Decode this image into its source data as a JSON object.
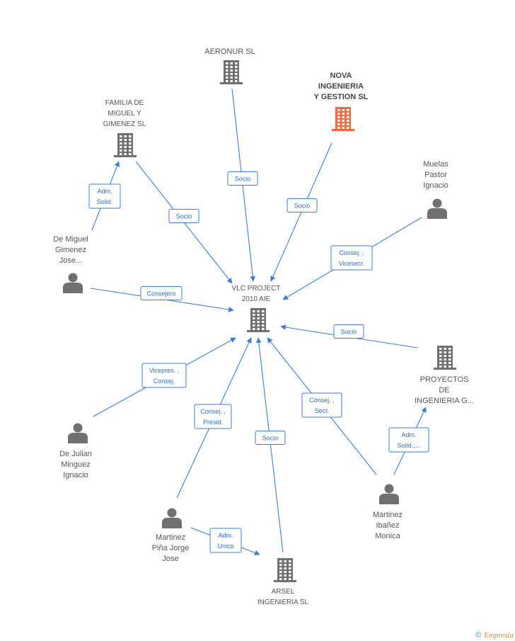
{
  "colors": {
    "default": "#707070",
    "highlight": "#f26a3d",
    "edge": "#3b7fd4"
  },
  "nodes": [
    {
      "id": "aeronur",
      "type": "company",
      "lines": [
        "AERONUR  SL"
      ]
    },
    {
      "id": "nova",
      "type": "company",
      "highlight": true,
      "lines": [
        "NOVA",
        "INGENIERIA",
        "Y GESTION SL"
      ]
    },
    {
      "id": "familia",
      "type": "company",
      "lines": [
        "FAMILIA DE",
        "MIGUEL Y",
        "GIMENEZ SL"
      ]
    },
    {
      "id": "muelas",
      "type": "person",
      "lines": [
        "Muelas",
        "Pastor",
        "Ignacio"
      ]
    },
    {
      "id": "demiguel",
      "type": "person",
      "lines": [
        "De Miguel",
        "Gimenez",
        "Jose..."
      ]
    },
    {
      "id": "vlc",
      "type": "company",
      "lines": [
        "VLC PROJECT",
        "2010 AIE"
      ]
    },
    {
      "id": "proyectos",
      "type": "company",
      "lines": [
        "PROYECTOS",
        "DE",
        "INGENIERIA G..."
      ]
    },
    {
      "id": "dejulian",
      "type": "person",
      "lines": [
        "De Julian",
        "Minguez",
        "Ignacio"
      ]
    },
    {
      "id": "martinezI",
      "type": "person",
      "lines": [
        "Martinez",
        "Ibañez",
        "Monica"
      ]
    },
    {
      "id": "martinezP",
      "type": "person",
      "lines": [
        "Martinez",
        "Piña Jorge",
        "Jose"
      ]
    },
    {
      "id": "arsel",
      "type": "company",
      "lines": [
        "ARSEL",
        "INGENIERIA SL"
      ]
    }
  ],
  "edges": [
    {
      "id": "e1",
      "lines": [
        "Socio"
      ]
    },
    {
      "id": "e2",
      "lines": [
        "Socio"
      ]
    },
    {
      "id": "e3",
      "lines": [
        "Socio"
      ]
    },
    {
      "id": "e4",
      "lines": [
        "Adm.",
        "Solid."
      ]
    },
    {
      "id": "e5",
      "lines": [
        "Consej. ,",
        "Vicesecr."
      ]
    },
    {
      "id": "e6",
      "lines": [
        "Consejero"
      ]
    },
    {
      "id": "e7",
      "lines": [
        "Socio"
      ]
    },
    {
      "id": "e8",
      "lines": [
        "Vicepres. ,",
        "Consej."
      ]
    },
    {
      "id": "e9",
      "lines": [
        "Consej. ,",
        "Presid."
      ]
    },
    {
      "id": "e10",
      "lines": [
        "Socio"
      ]
    },
    {
      "id": "e11",
      "lines": [
        "Consej. ,",
        "Secr."
      ]
    },
    {
      "id": "e12",
      "lines": [
        "Adm.",
        "Solid.,..."
      ]
    },
    {
      "id": "e13",
      "lines": [
        "Adm.",
        "Unico"
      ]
    }
  ],
  "footer": {
    "copyright": "©",
    "brand": "Empresia"
  }
}
